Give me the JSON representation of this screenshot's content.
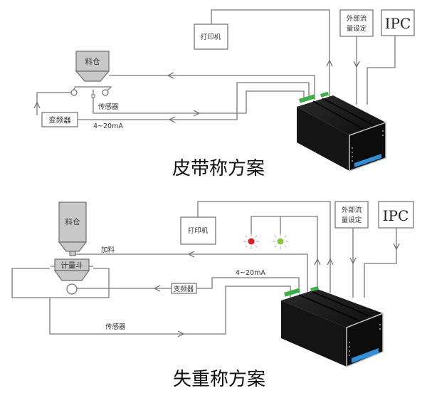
{
  "diagrams": [
    {
      "title": "皮带称方案",
      "nodes": {
        "printer": "打印机",
        "external_flow": [
          "外部流",
          "量设定"
        ],
        "ipc": "IPC",
        "silo": "料仓",
        "sensor": "传感器",
        "vfd": "变频器",
        "current_signal": "4~20mA"
      }
    },
    {
      "title": "失重称方案",
      "nodes": {
        "printer": "打印机",
        "external_flow": [
          "外部流",
          "量设定"
        ],
        "ipc": "IPC",
        "silo": "料仓",
        "feed": "加料",
        "weigh_hopper": "计量斗",
        "vfd": "变频器",
        "current_signal": "4~20mA",
        "sensor": "传感器",
        "indicator_lights": [
          {
            "name": "red-light",
            "color": "#e02020"
          },
          {
            "name": "green-light",
            "color": "#8cc63f"
          }
        ]
      }
    }
  ],
  "colors": {
    "terminal_green": "#3fae49",
    "device_body": "#1a1a1a",
    "keypad_blue": "#2f8fd8"
  }
}
